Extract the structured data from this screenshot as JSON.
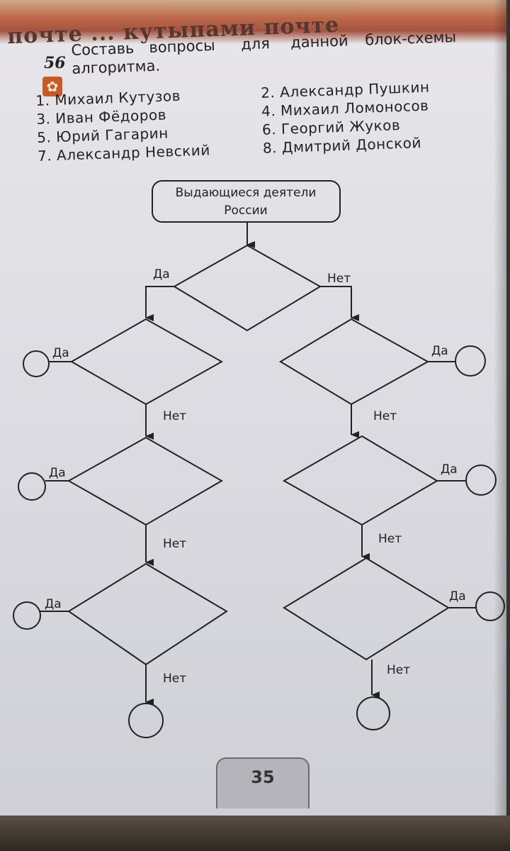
{
  "header": {
    "banner_text": "почте ... кутыпами почте",
    "task_number": "56",
    "task_icon": "flower-icon",
    "title_words": [
      "Составь",
      "вопросы",
      "для",
      "данной",
      "блок-схемы"
    ],
    "title_line2": "алгоритма."
  },
  "names": [
    "1. Михаил  Кутузов",
    "2. Александр  Пушкин",
    "3. Иван  Фёдоров",
    "4. Михаил  Ломоносов",
    "5. Юрий  Гагарин",
    "6. Георгий  Жуков",
    "7. Александр  Невский",
    "8. Дмитрий  Донской"
  ],
  "diagram": {
    "start_line1": "Выдающиеся   деятели",
    "start_line2": "России",
    "yes": "Да",
    "no": "Нет"
  },
  "page_number": "35"
}
